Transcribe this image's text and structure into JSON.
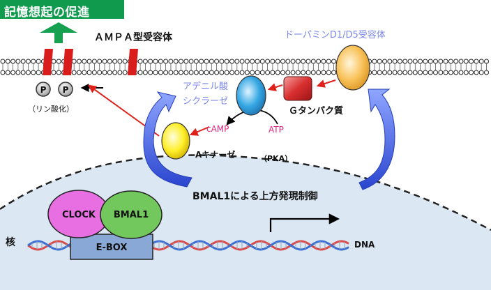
{
  "title": "記憶想起の促進",
  "labels": {
    "ampa": "ＡＭＰＡ型受容体",
    "phospho_p1": "P",
    "phospho_p2": "P",
    "phospho": "（リン酸化）",
    "dopamine_receptor": "ドーパミンD1/D5受容体",
    "adenylate_cyclase_line1": "アデニル酸",
    "adenylate_cyclase_line2": "シクラーゼ",
    "g_protein": "Ｇタンパク質",
    "camp": "cAMP",
    "atp": "ATP",
    "kinase_a": "Aキナーゼ",
    "pka": "（PKA）",
    "bmal_regulation": "BMAL1による上方発現制御",
    "nucleus": "核",
    "clock": "CLOCK",
    "bmal1": "BMAL1",
    "ebox": "E-BOX",
    "dna": "DNA"
  },
  "colors": {
    "banner": "#0f9a4d",
    "receptor_red": "#d91c1c",
    "up_arrow_green": "#15a14f",
    "blue_arrow": "#3a55d6",
    "red_arrow": "#e0201b",
    "magenta_text": "#e0237e",
    "lavender_text": "#7b87e8",
    "nucleus_fill": "#dbe7f3",
    "clock_fill": "#e86fe1",
    "bmal1_fill": "#72c75d",
    "ebox_fill": "#8aa8d6"
  }
}
